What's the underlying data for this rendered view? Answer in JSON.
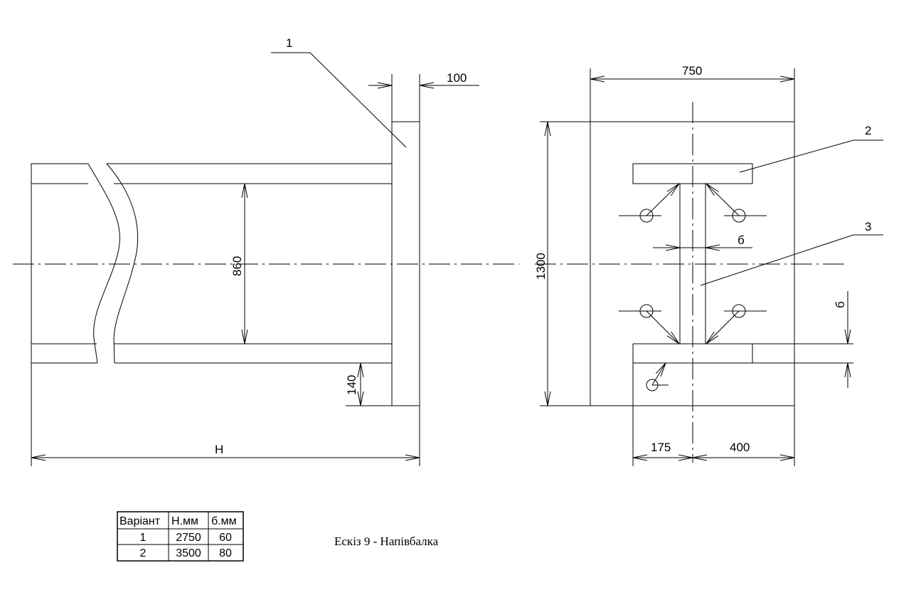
{
  "drawing": {
    "caption": "Ескіз 9 - Напівбалка",
    "callouts": [
      "1",
      "2",
      "3"
    ],
    "dimensions": {
      "side_plate_thickness": "100",
      "beam_height": "860",
      "bottom_offset": "140",
      "overall_length": "H",
      "plate_width": "750",
      "plate_height": "1300",
      "weld_size_web": "б",
      "weld_size_flange": "б",
      "left_offset": "175",
      "right_offset": "400"
    }
  },
  "variants_table": {
    "headers": [
      "Варіант",
      "Н.мм",
      "б.мм"
    ],
    "rows": [
      [
        "1",
        "2750",
        "60"
      ],
      [
        "2",
        "3500",
        "80"
      ]
    ]
  }
}
